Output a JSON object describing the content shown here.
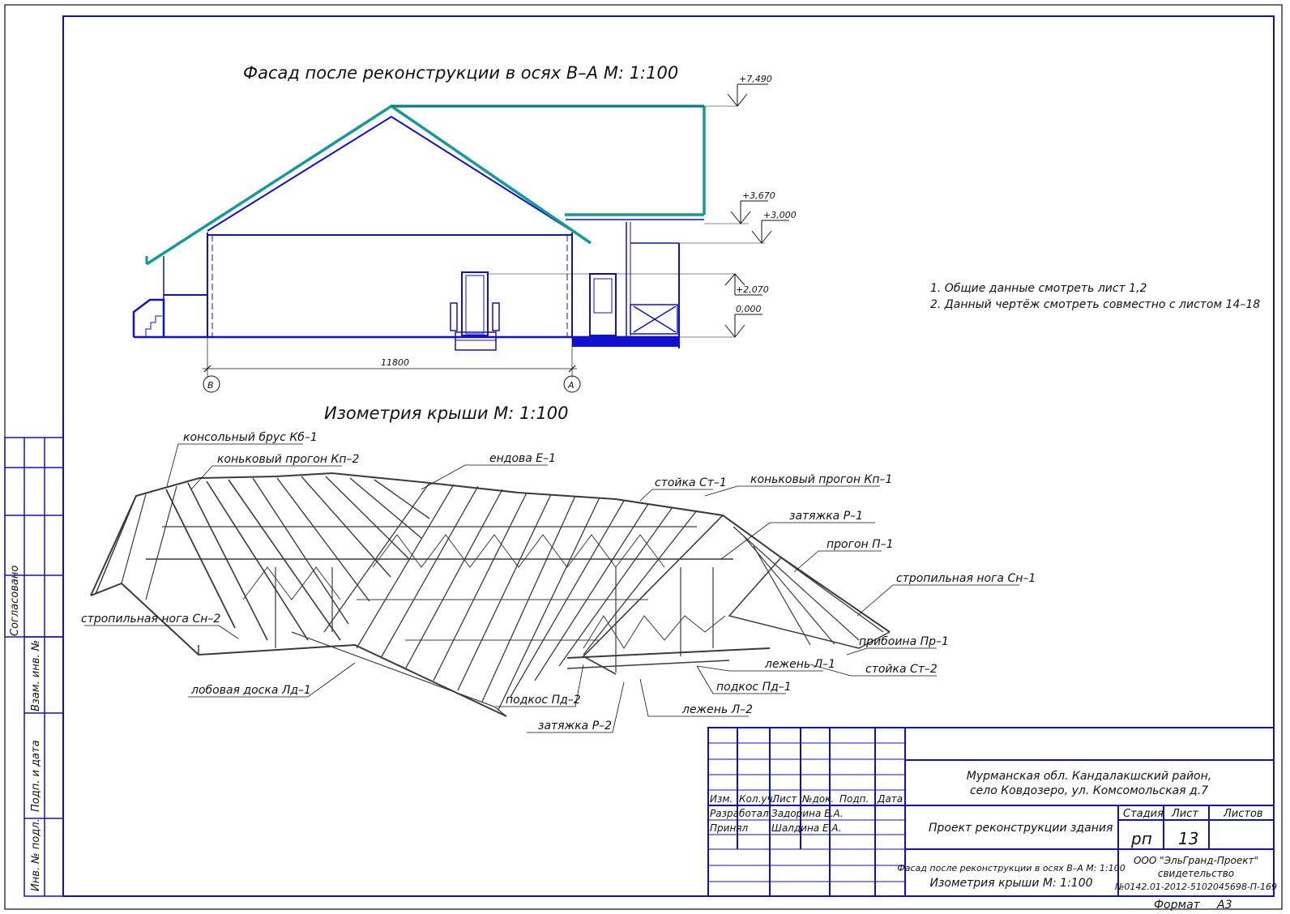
{
  "titles": {
    "facade": "Фасад после реконструкции в осях В–А М: 1:100",
    "isometry": "Изометрия крыши М: 1:100"
  },
  "levels": [
    "+7,490",
    "+3,670",
    "+3,000",
    "+2,070",
    "0,000"
  ],
  "dimension": "11800",
  "axes": [
    "В",
    "А"
  ],
  "notes": [
    "1.  Общие данные смотреть лист 1,2",
    "2.  Данный чертёж смотреть совместно с листом 14–18"
  ],
  "callouts": {
    "c1": "консольный брус Кб–1",
    "c2": "коньковый прогон Кп–2",
    "c3": "ендова Е–1",
    "c4": "стойка Ст–1",
    "c5": "коньковый прогон Кп–1",
    "c6": "затяжка Р–1",
    "c7": "прогон П–1",
    "c8": "стропильная нога Сн–1",
    "c9": "стропильная нога Сн–2",
    "c10": "прибоина Пр–1",
    "c11": "стойка Ст–2",
    "c12": "лежень Л–1",
    "c13": "лобовая доска Лд–1",
    "c14": "подкос Пд–1",
    "c15": "подкос Пд–2",
    "c16": "лежень Л–2",
    "c17": "затяжка Р–2"
  },
  "side_stamp": {
    "agreed": "Согласовано",
    "inv_vz": "Взам. инв. №",
    "sign_date": "Подп. и дата",
    "inv_orig": "Инв. № подл."
  },
  "title_block": {
    "headers": [
      "Изм.",
      "Кол.уч.",
      "Лист",
      "№док.",
      "Подп.",
      "Дата"
    ],
    "developed_label": "Разработал",
    "developed_name": "Задорина Е.А.",
    "accepted_label": "Принял",
    "accepted_name": "Шалдина Е.А.",
    "address_line1": "Мурманская обл. Кандалакшский район,",
    "address_line2": "село Ковдозеро, ул. Комсомольская д.7",
    "project": "Проект реконструкции  здания",
    "stage_label": "Стадия",
    "sheet_label": "Лист",
    "sheets_label": "Листов",
    "stage": "рп",
    "sheet": "13",
    "sheets": "",
    "drawing_line1": "Фасад после реконструкции в осях В–А М: 1:100",
    "drawing_line2": "Изометрия крыши М: 1:100",
    "org_line1": "ООО \"ЭльГранд-Проект\"",
    "org_line2": "свидетельство",
    "org_line3": "№0142.01-2012-5102045698-П-169",
    "format_label": "Формат",
    "format": "А3"
  },
  "colors": {
    "wall": "#1010d0",
    "roof": "#169a96",
    "frame": "#1010c8",
    "ink": "#111111"
  }
}
